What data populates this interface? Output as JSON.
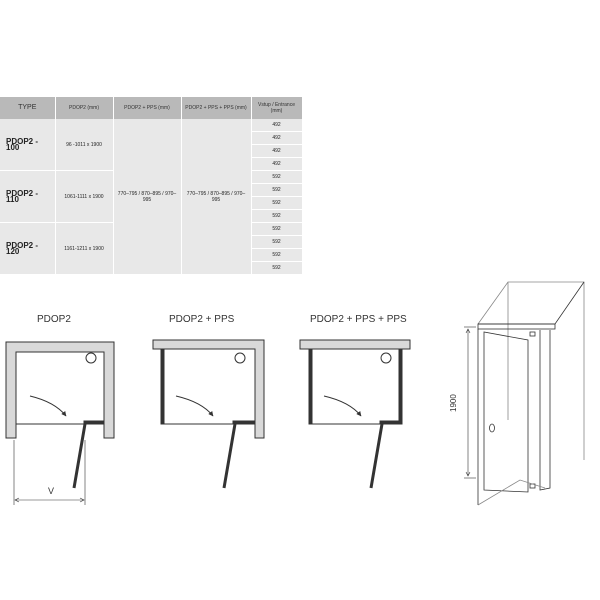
{
  "table": {
    "headers": [
      "TYPE",
      "PDOP2 (mm)",
      "PDOP2 + PPS (mm)",
      "PDOP2 + PPS + PPS (mm)",
      "Vstup / Entrance",
      "(mm)"
    ],
    "rows": [
      {
        "type": "PDOP2 - 100",
        "pdop2": "96 -1011 x 1900",
        "values": [
          "492",
          "492",
          "492",
          "492"
        ]
      },
      {
        "type": "PDOP2 - 110",
        "pdop2": "1061-1111 x 1900",
        "values": [
          "592",
          "592",
          "592",
          "592"
        ]
      },
      {
        "type": "PDOP2 - 120",
        "pdop2": "1161-1211 x 1900",
        "values": [
          "592",
          "592",
          "592",
          "592"
        ]
      }
    ],
    "pps_range": "770–795 / 870–895 / 970–995",
    "pps_pps_range": "770–795 / 870–895 / 970–995"
  },
  "diagrams": {
    "d1_title": "PDOP2",
    "d2_title": "PDOP2 + PPS",
    "d3_title": "PDOP2 + PPS + PPS",
    "width_label": "V",
    "height_label": "1900"
  },
  "colors": {
    "header_bg": "#b9b9b9",
    "cell_bg": "#e8e8e8",
    "profile_fill": "#d9d9d9",
    "line": "#333333"
  }
}
